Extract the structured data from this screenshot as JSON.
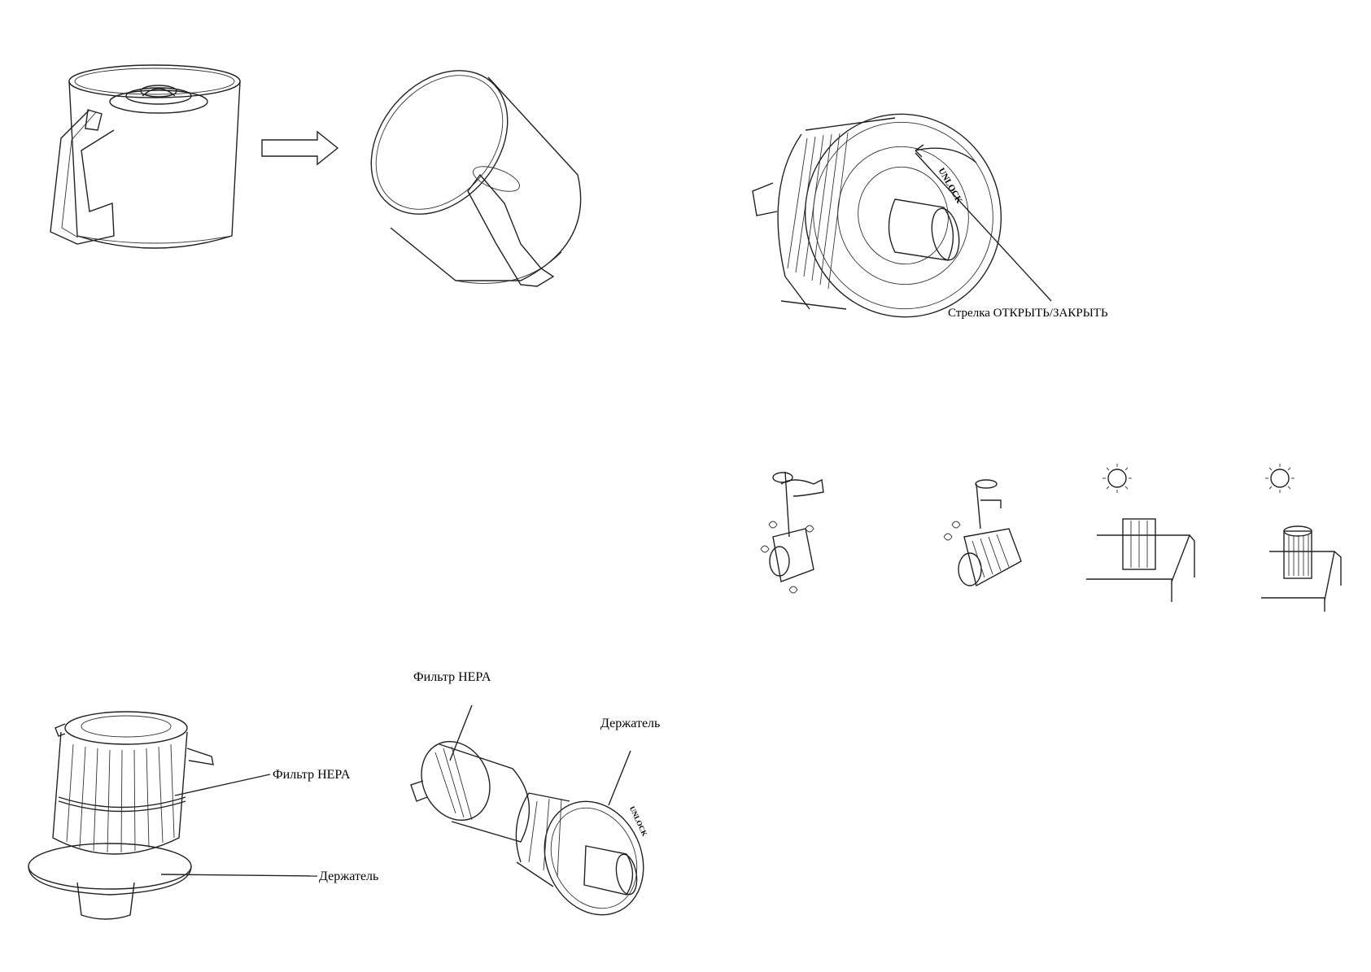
{
  "labels": {
    "lock_arrow": "Стрелка ОТКРЫТЬ/ЗАКРЫТЬ",
    "unlock_mark": "UNLOCK",
    "hepa_filter_left": "Фильтр HEPA",
    "holder_left": "Держатель",
    "hepa_filter_right": "Фильтр HEPA",
    "holder_right": "Держатель",
    "unlock_mark_small": "UNLOCK"
  }
}
